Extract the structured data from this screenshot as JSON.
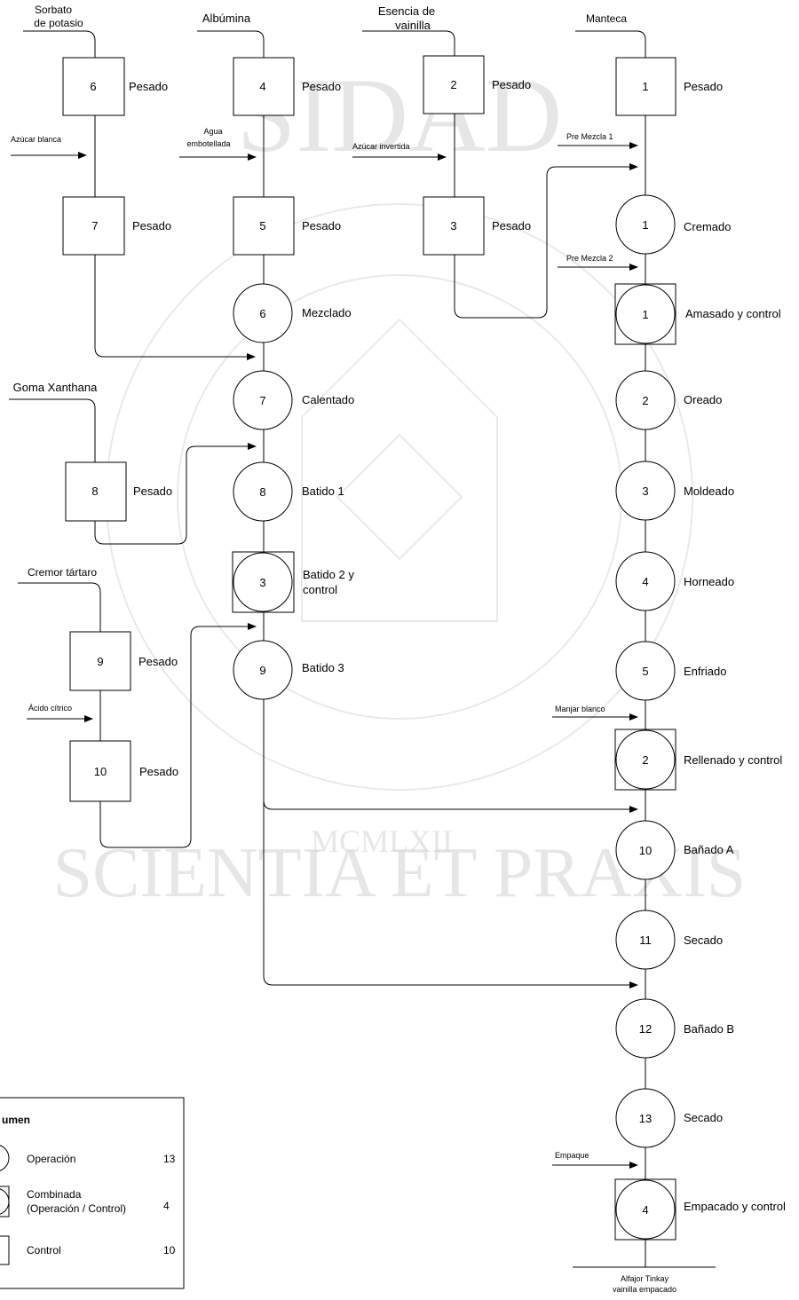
{
  "watermark": {
    "top_text": "SIDAD",
    "bottom_text": "SCIENTIA ET PRAXIS",
    "year": "MCMLXII"
  },
  "inputs": {
    "sorbato": "Sorbato",
    "sorbato2": "de potasio",
    "albumina": "Albúmina",
    "esencia": "Esencia de",
    "esencia2": "vainilla",
    "manteca": "Manteca",
    "goma": "Goma Xanthana",
    "cremor": "Cremor tártaro"
  },
  "side_inputs": {
    "azucar_blanca": "Azúcar blanca",
    "agua": "Agua",
    "agua2": "embotellada",
    "azucar_invertida": "Azúcar invertida",
    "pre_mezcla_1": "Pre Mezcla 1",
    "pre_mezcla_2": "Pre Mezcla 2",
    "acido_citrico": "Ácido cítrico",
    "manjar_blanco": "Manjar blanco",
    "empaque": "Empaque"
  },
  "steps": {
    "c6": {
      "num": "6",
      "label": "Pesado"
    },
    "c7": {
      "num": "7",
      "label": "Pesado"
    },
    "c4": {
      "num": "4",
      "label": "Pesado"
    },
    "c5": {
      "num": "5",
      "label": "Pesado"
    },
    "c2": {
      "num": "2",
      "label": "Pesado"
    },
    "c3": {
      "num": "3",
      "label": "Pesado"
    },
    "c1": {
      "num": "1",
      "label": "Pesado"
    },
    "c8": {
      "num": "8",
      "label": "Pesado"
    },
    "c9": {
      "num": "9",
      "label": "Pesado"
    },
    "c10": {
      "num": "10",
      "label": "Pesado"
    },
    "o6": {
      "num": "6",
      "label": "Mezclado"
    },
    "o7": {
      "num": "7",
      "label": "Calentado"
    },
    "o8": {
      "num": "8",
      "label": "Batido 1"
    },
    "k3": {
      "num": "3",
      "label": "Batido 2 y",
      "label2": "control"
    },
    "o9": {
      "num": "9",
      "label": "Batido 3"
    },
    "o1": {
      "num": "1",
      "label": "Cremado"
    },
    "k1": {
      "num": "1",
      "label": "Amasado y control"
    },
    "o2": {
      "num": "2",
      "label": "Oreado"
    },
    "o3": {
      "num": "3",
      "label": "Moldeado"
    },
    "o4": {
      "num": "4",
      "label": "Horneado"
    },
    "o5": {
      "num": "5",
      "label": "Enfriado"
    },
    "k2": {
      "num": "2",
      "label": "Rellenado y control"
    },
    "o10": {
      "num": "10",
      "label": "Bañado A"
    },
    "o11": {
      "num": "11",
      "label": "Secado"
    },
    "o12": {
      "num": "12",
      "label": "Bañado B"
    },
    "o13": {
      "num": "13",
      "label": "Secado"
    },
    "k4": {
      "num": "4",
      "label": "Empacado y control"
    }
  },
  "output": {
    "line1": "Alfajor Tinkay",
    "line2": "vainilla empacado"
  },
  "summary": {
    "title": "umen",
    "operacion": {
      "label": "Operación",
      "count": "13"
    },
    "combinada": {
      "label": "Combinada",
      "label2": "(Operación / Control)",
      "count": "4"
    },
    "control": {
      "label": "Control",
      "count": "10"
    }
  }
}
